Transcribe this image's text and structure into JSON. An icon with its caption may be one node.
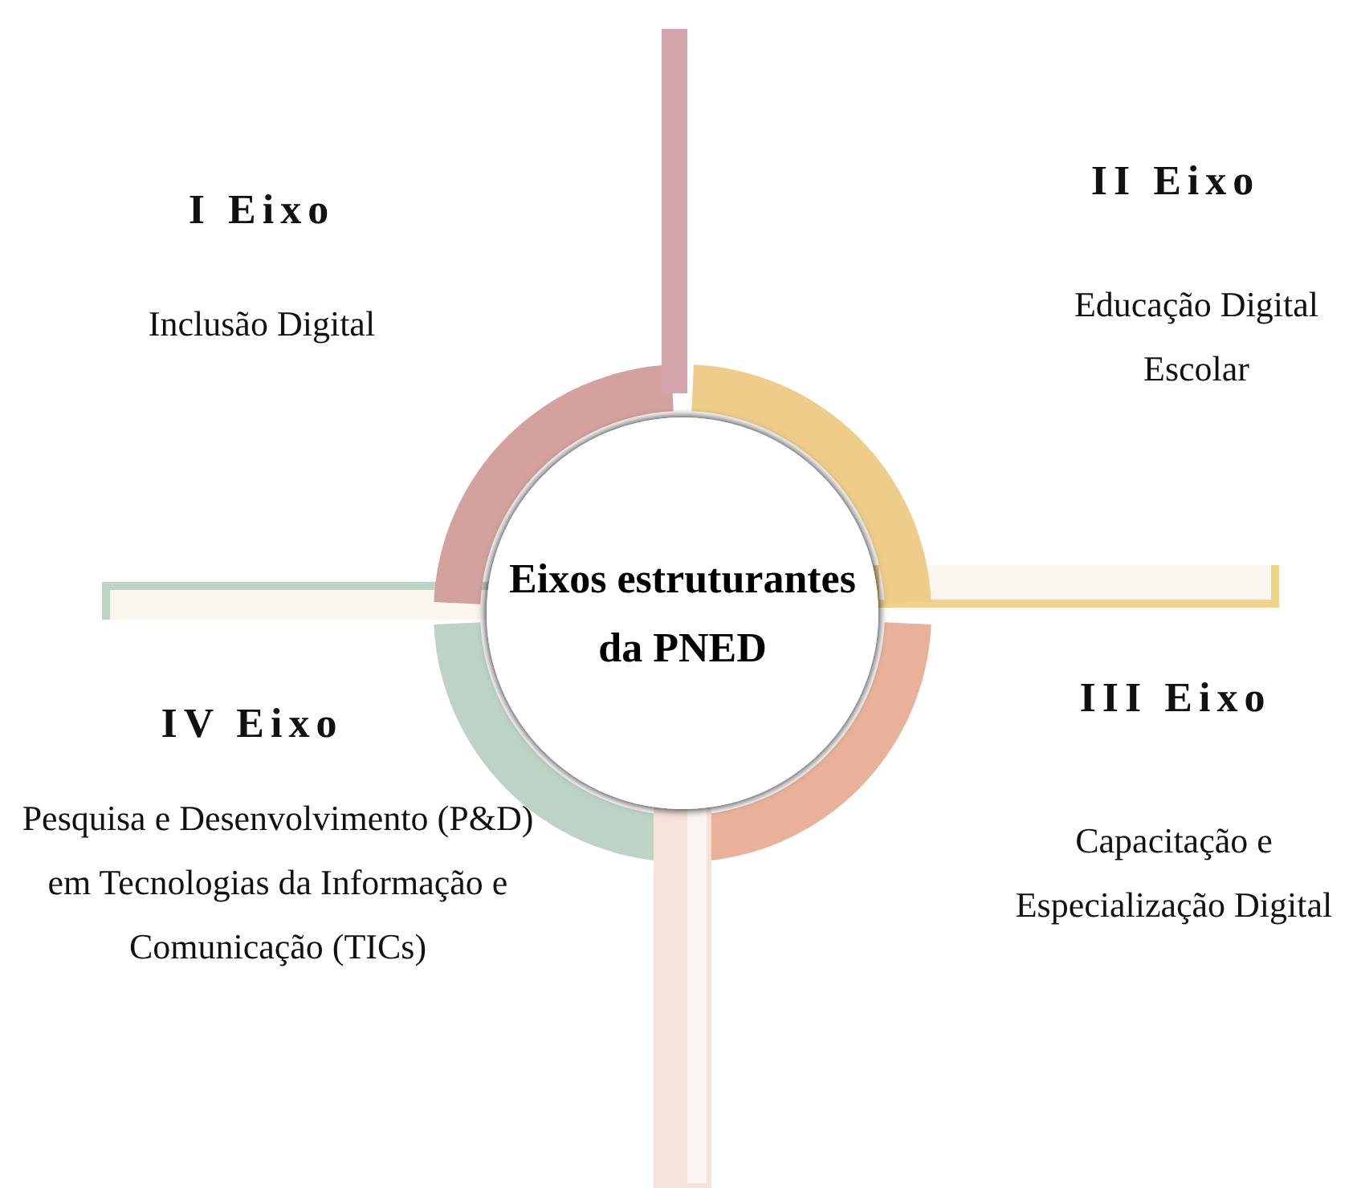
{
  "diagram": {
    "nodes": [
      {
        "text": [
          "Eixos estruturantes da PNED"
        ]
      }
    ],
    "labels": [
      "I Eixo",
      "Inclusão Digital",
      "II Eixo",
      "Educação Digital Escolar",
      "III Eixo",
      "Capacitação e Especialização Digital",
      "IV Eixo",
      "Pesquisa e Desenvolvimento (P&D) em Tecnologias da Informação e Comunicação (TICs)"
    ]
  }
}
